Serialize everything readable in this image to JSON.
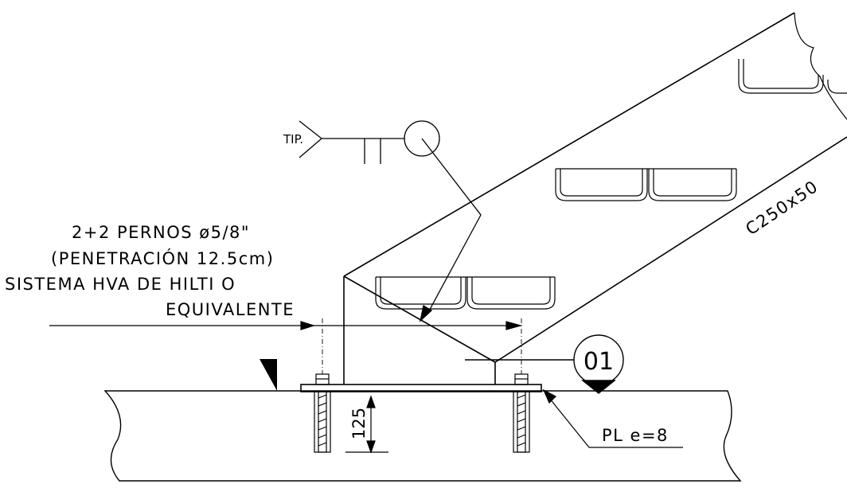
{
  "labels": {
    "bolts_line1": "2+2 PERNOS ø5/8\"",
    "bolts_line2": "(PENETRACIÓN 12.5cm)",
    "bolts_line3": "SISTEMA HVA DE HILTI O",
    "bolts_line4": "EQUIVALENTE",
    "weld_tip": "TIP.",
    "member": "C250x50",
    "detail_number": "01",
    "plate": "PL e=8",
    "dimension": "125"
  },
  "colors": {
    "line": "#000000",
    "background": "#ffffff"
  }
}
